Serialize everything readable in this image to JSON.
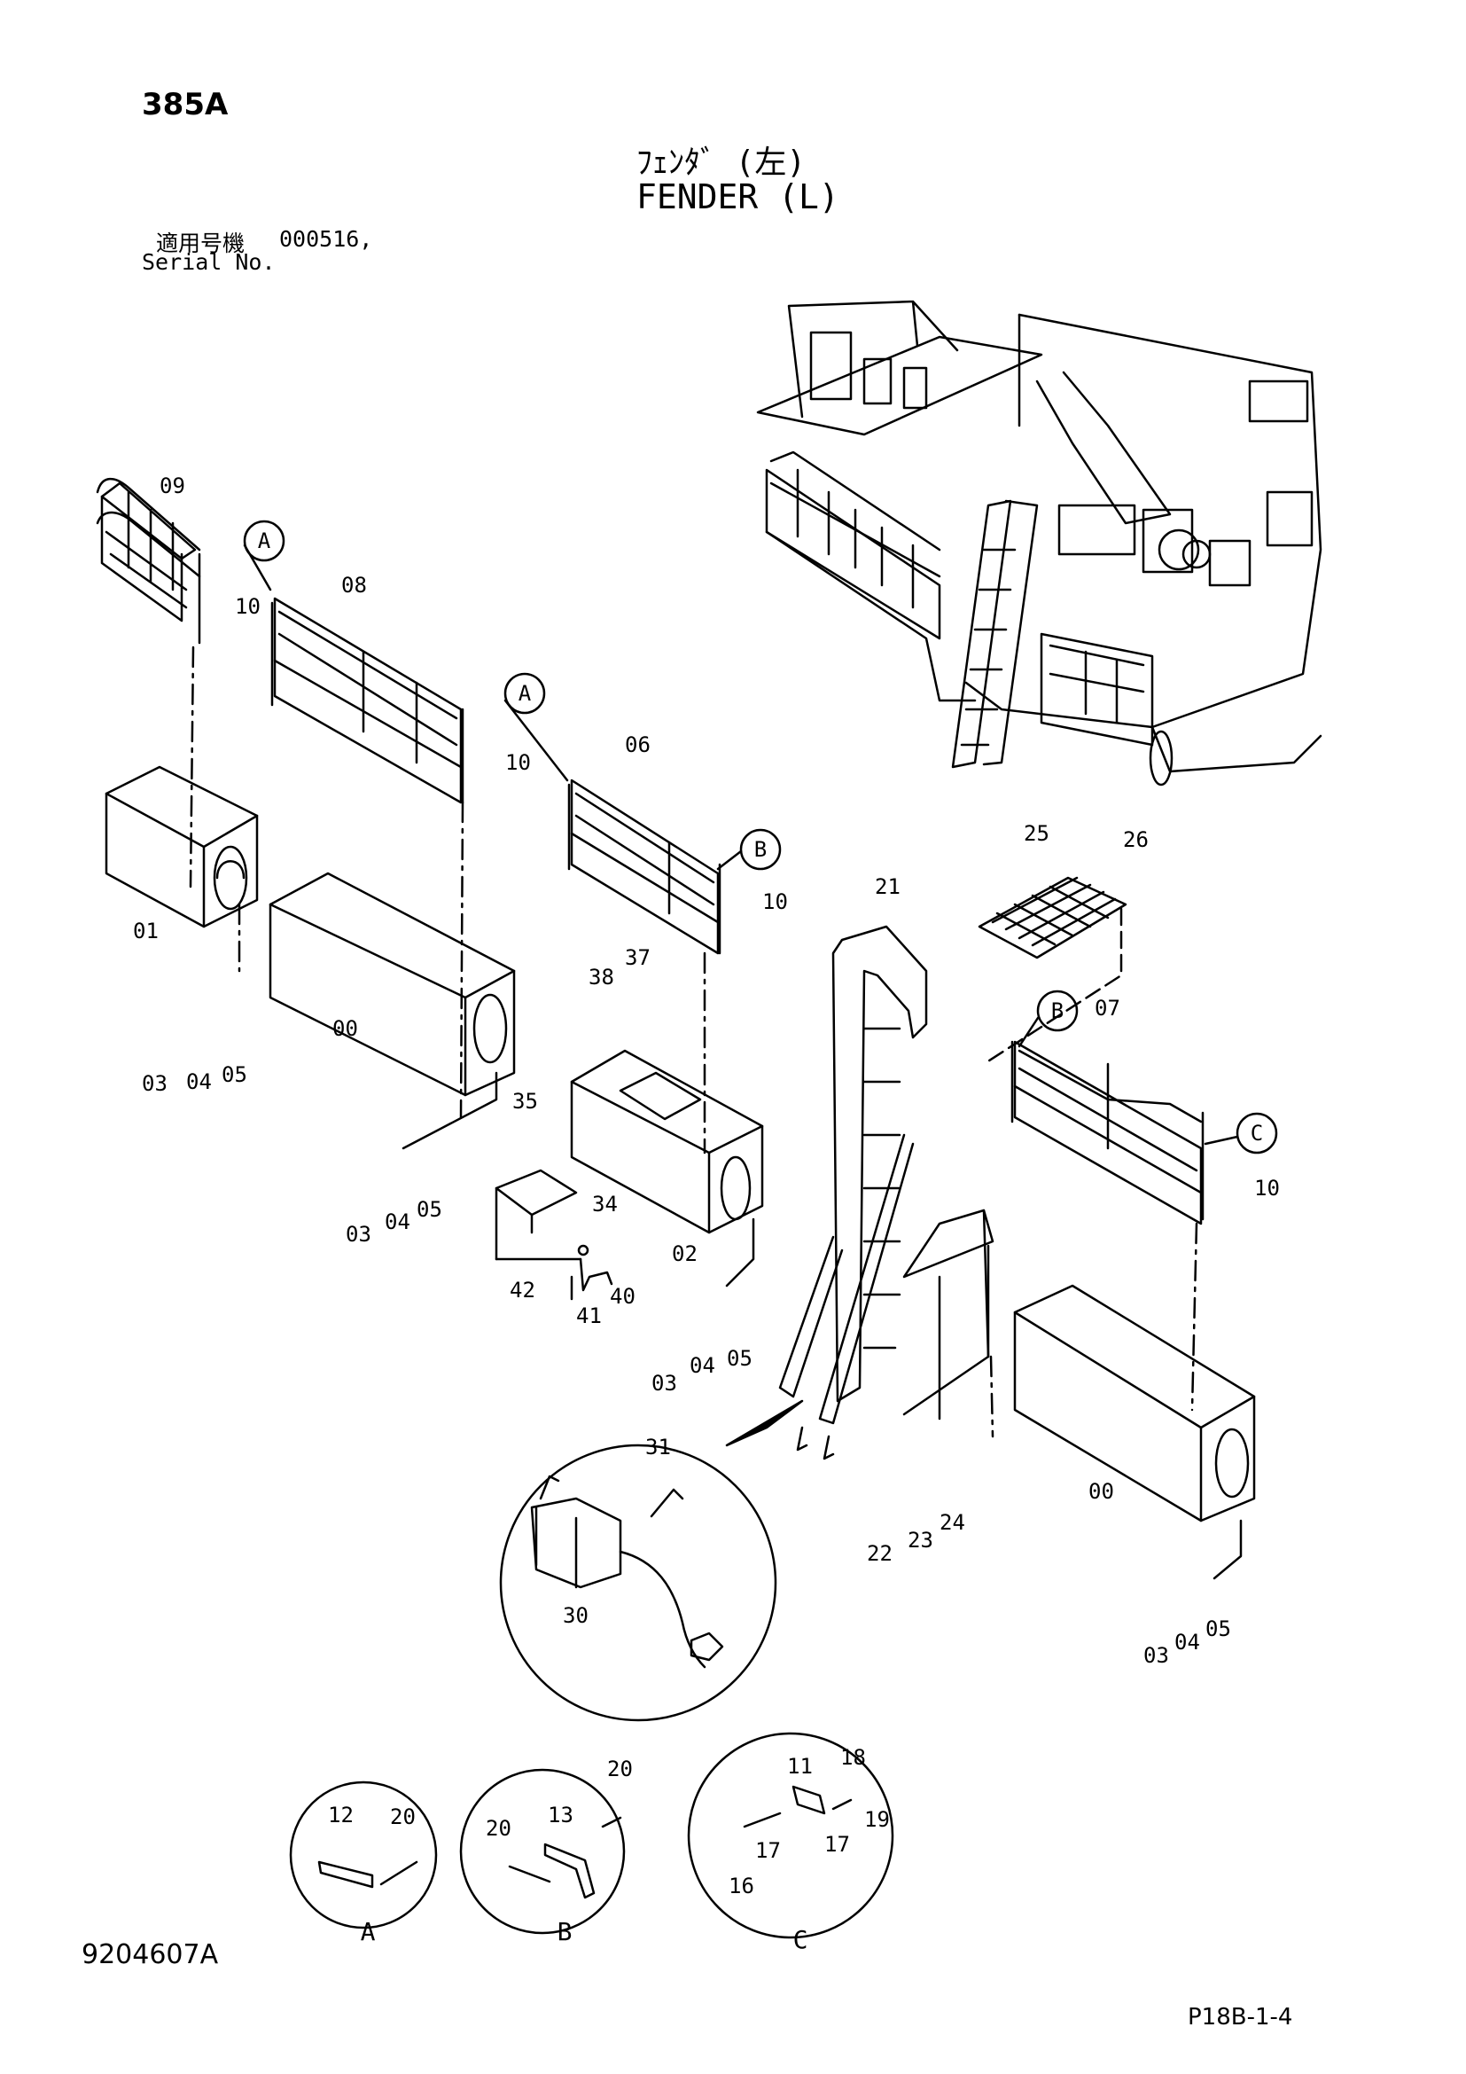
{
  "header": {
    "model": "385A",
    "title_jp": "ﾌｪﾝﾀﾞ (左)",
    "title_en": "FENDER (L)",
    "serial_jp_label": "適用号機",
    "serial_value": "000516,",
    "serial_en_label": "Serial No."
  },
  "footer": {
    "doc_number": "9204607A",
    "page_ref": "P18B-1-4"
  },
  "callouts": [
    "00",
    "00",
    "01",
    "02",
    "03",
    "03",
    "03",
    "03",
    "04",
    "04",
    "04",
    "04",
    "05",
    "05",
    "05",
    "05",
    "06",
    "07",
    "08",
    "09",
    "10",
    "10",
    "10",
    "10",
    "11",
    "12",
    "13",
    "16",
    "17",
    "17",
    "18",
    "19",
    "20",
    "20",
    "20",
    "21",
    "22",
    "23",
    "24",
    "25",
    "26",
    "30",
    "31",
    "34",
    "35",
    "37",
    "38",
    "40",
    "41",
    "42"
  ],
  "detail_markers": [
    "A",
    "A",
    "B",
    "B",
    "C"
  ],
  "detail_views": [
    "A",
    "B",
    "C"
  ],
  "parts": [
    "machine-overview",
    "handrail-09",
    "handrail-08",
    "handrail-06",
    "handrail-07",
    "fender-box-01",
    "fender-box-00-left",
    "fender-box-02",
    "fender-box-00-right",
    "ladder-21",
    "grating-25",
    "support-bracket",
    "bracket-34",
    "switch-detail"
  ]
}
